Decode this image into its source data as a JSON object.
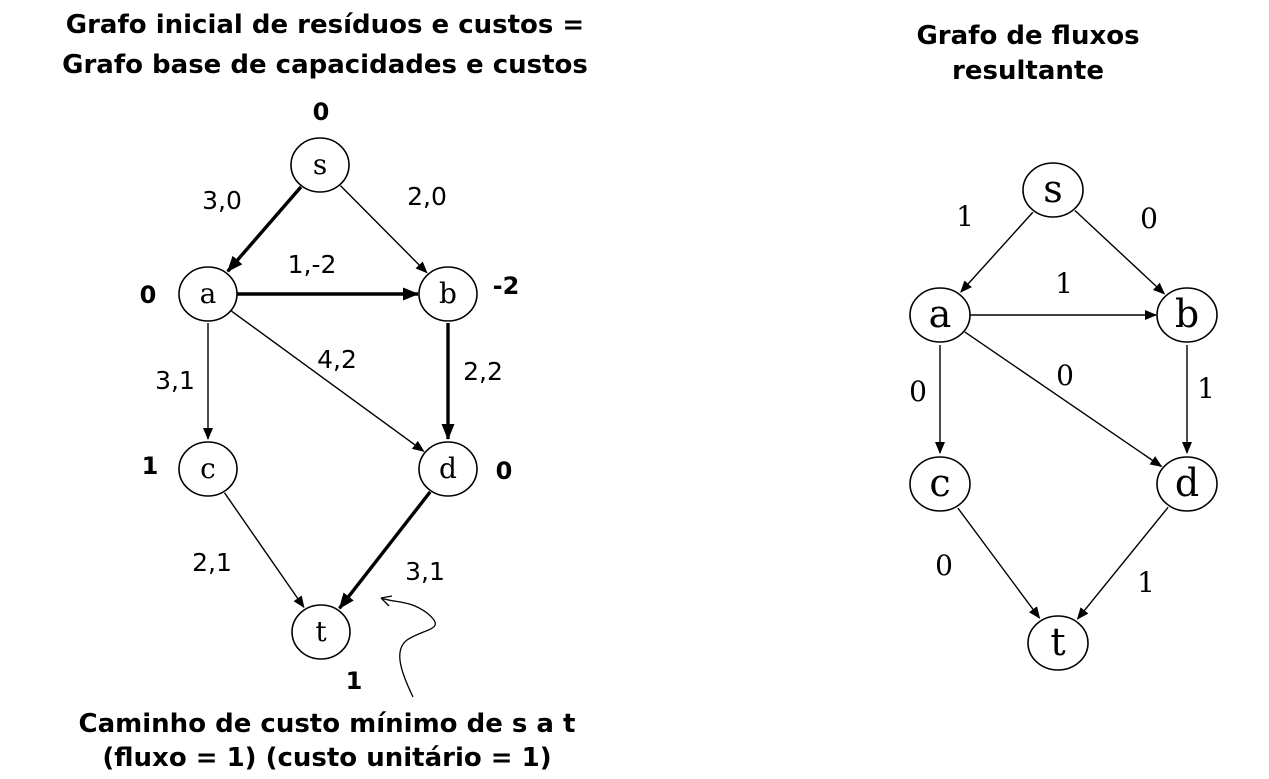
{
  "left_graph": {
    "title_line1": "Grafo inicial de resíduos e custos =",
    "title_line2": "Grafo base de capacidades e custos",
    "nodes": [
      {
        "id": "s",
        "label": "s",
        "potential": "0"
      },
      {
        "id": "a",
        "label": "a",
        "potential": "0"
      },
      {
        "id": "b",
        "label": "b",
        "potential": "-2"
      },
      {
        "id": "c",
        "label": "c",
        "potential": "1"
      },
      {
        "id": "d",
        "label": "d",
        "potential": "0"
      },
      {
        "id": "t",
        "label": "t",
        "potential": "1"
      }
    ],
    "edges": [
      {
        "from": "s",
        "to": "a",
        "label": "3,0",
        "highlighted": true
      },
      {
        "from": "s",
        "to": "b",
        "label": "2,0",
        "highlighted": false
      },
      {
        "from": "a",
        "to": "b",
        "label": "1,-2",
        "highlighted": true
      },
      {
        "from": "a",
        "to": "c",
        "label": "3,1",
        "highlighted": false
      },
      {
        "from": "a",
        "to": "d",
        "label": "4,2",
        "highlighted": false
      },
      {
        "from": "b",
        "to": "d",
        "label": "2,2",
        "highlighted": true
      },
      {
        "from": "c",
        "to": "t",
        "label": "2,1",
        "highlighted": false
      },
      {
        "from": "d",
        "to": "t",
        "label": "3,1",
        "highlighted": true
      }
    ],
    "caption_line1": "Caminho de custo mínimo de s a t",
    "caption_line2": "(fluxo = 1) (custo unitário = 1)"
  },
  "right_graph": {
    "title_line1": "Grafo de fluxos",
    "title_line2": "resultante",
    "nodes": [
      {
        "id": "s",
        "label": "s"
      },
      {
        "id": "a",
        "label": "a"
      },
      {
        "id": "b",
        "label": "b"
      },
      {
        "id": "c",
        "label": "c"
      },
      {
        "id": "d",
        "label": "d"
      },
      {
        "id": "t",
        "label": "t"
      }
    ],
    "edges": [
      {
        "from": "s",
        "to": "a",
        "label": "1"
      },
      {
        "from": "s",
        "to": "b",
        "label": "0"
      },
      {
        "from": "a",
        "to": "b",
        "label": "1"
      },
      {
        "from": "a",
        "to": "c",
        "label": "0"
      },
      {
        "from": "a",
        "to": "d",
        "label": "0"
      },
      {
        "from": "b",
        "to": "d",
        "label": "1"
      },
      {
        "from": "c",
        "to": "t",
        "label": "0"
      },
      {
        "from": "d",
        "to": "t",
        "label": "1"
      }
    ]
  },
  "colors": {
    "stroke": "#000000",
    "background": "#ffffff"
  }
}
